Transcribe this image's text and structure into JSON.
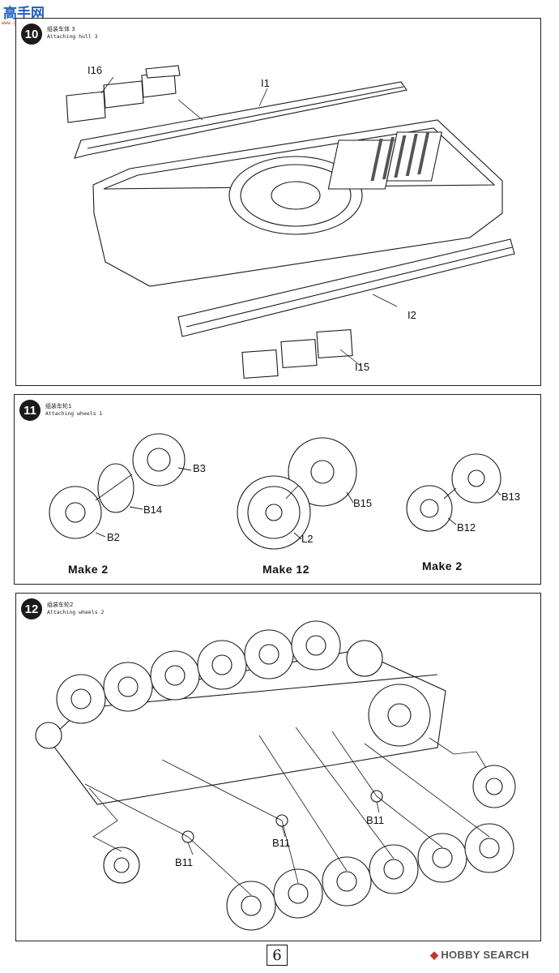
{
  "watermark": {
    "site_name": "高手网",
    "site_url": "www.gaoshou.com"
  },
  "steps": [
    {
      "number": "10",
      "title_cn": "组装车体 3",
      "title_en": "Attaching hull 3",
      "parts": [
        "I16",
        "I1",
        "I2",
        "I15"
      ]
    },
    {
      "number": "11",
      "title_cn": "组装车轮1",
      "title_en": "Attaching wheels 1",
      "parts": [
        "B3",
        "B14",
        "B2",
        "B15",
        "L2",
        "B13",
        "B12"
      ],
      "make_labels": [
        "Make 2",
        "Make 12",
        "Make 2"
      ]
    },
    {
      "number": "12",
      "title_cn": "组装车轮2",
      "title_en": "Attaching wheels 2",
      "parts": [
        "B11",
        "B11",
        "B11"
      ]
    }
  ],
  "page_number": "6",
  "footer_brand": "HOBBY SEARCH",
  "colors": {
    "line": "#1a1a1a",
    "fill": "#ffffff",
    "shade": "#cfcfcf"
  }
}
